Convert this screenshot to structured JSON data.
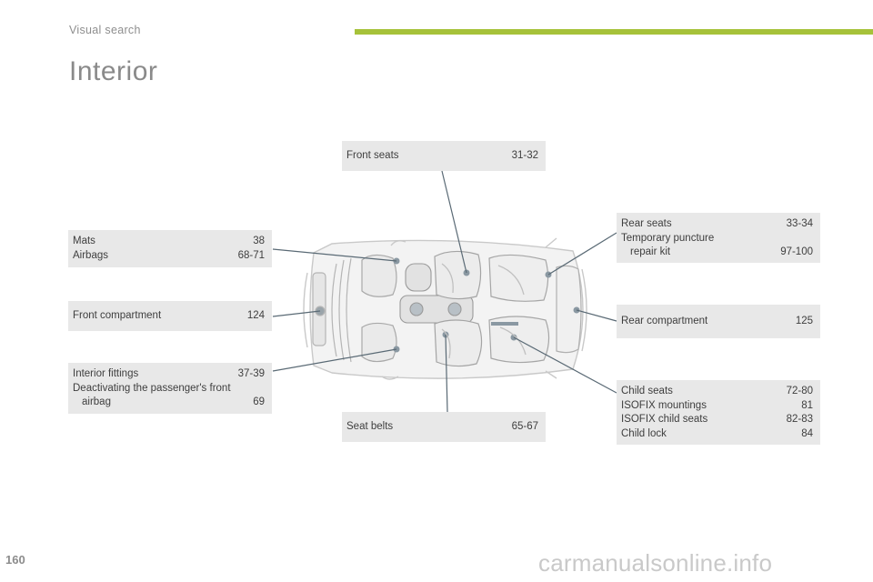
{
  "header": {
    "section": "Visual search",
    "title": "Interior"
  },
  "callouts": {
    "front_seats": {
      "items": [
        {
          "label": "Front seats",
          "pages": "31-32"
        }
      ]
    },
    "mats_airbags": {
      "items": [
        {
          "label": "Mats",
          "pages": "38"
        },
        {
          "label": "Airbags",
          "pages": "68-71"
        }
      ]
    },
    "front_compartment": {
      "items": [
        {
          "label": "Front compartment",
          "pages": "124"
        }
      ]
    },
    "interior_fittings": {
      "items": [
        {
          "label": "Interior fittings",
          "pages": "37-39"
        },
        {
          "label": "Deactivating the passenger's front",
          "pages": ""
        },
        {
          "label": "airbag",
          "pages": "69"
        }
      ]
    },
    "seat_belts": {
      "items": [
        {
          "label": "Seat belts",
          "pages": "65-67"
        }
      ]
    },
    "rear_seats": {
      "items": [
        {
          "label": "Rear seats",
          "pages": "33-34"
        },
        {
          "label": "Temporary puncture",
          "pages": ""
        },
        {
          "label": "repair kit",
          "pages": "97-100"
        }
      ]
    },
    "rear_compartment": {
      "items": [
        {
          "label": "Rear compartment",
          "pages": "125"
        }
      ]
    },
    "child_seats": {
      "items": [
        {
          "label": "Child seats",
          "pages": "72-80"
        },
        {
          "label": "ISOFIX mountings",
          "pages": "81"
        },
        {
          "label": "ISOFIX child seats",
          "pages": "82-83"
        },
        {
          "label": "Child lock",
          "pages": "84"
        }
      ]
    }
  },
  "footer": {
    "page_number": "160",
    "watermark": "carmanualsonline.info"
  },
  "colors": {
    "accent": "#a6c23a",
    "box": "#e8e8e8",
    "line": "#5a6a75"
  }
}
